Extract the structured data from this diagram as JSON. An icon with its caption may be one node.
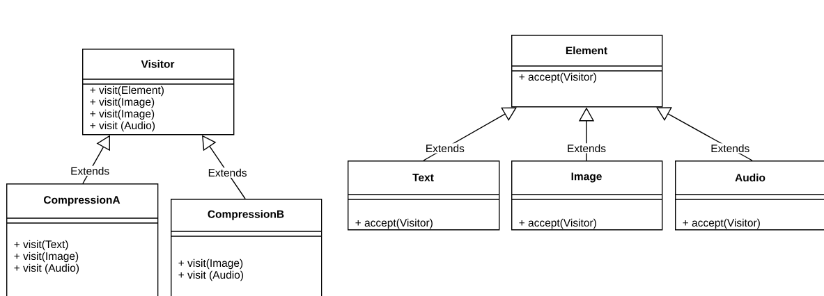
{
  "diagram": {
    "nodes": [
      {
        "text": [
          "Visitor",
          "+ visit(Element)",
          "+ visit(Image)",
          "+ visit(Image)",
          "+ visit (Audio)"
        ]
      },
      {
        "text": [
          "CompressionA",
          "+ visit(Text)",
          "+ visit(Image)",
          "+ visit (Audio)"
        ]
      },
      {
        "text": [
          "CompressionB",
          "+ visit(Image)",
          "+ visit (Audio)"
        ]
      },
      {
        "text": [
          "Element",
          "+ accept(Visitor)"
        ]
      },
      {
        "text": [
          "Text",
          "+ accept(Visitor)"
        ]
      },
      {
        "text": [
          "Image",
          "+ accept(Visitor)"
        ]
      },
      {
        "text": [
          "Audio",
          "+ accept(Visitor)"
        ]
      }
    ],
    "edges": [
      {
        "from": 1,
        "to": 0,
        "arrow": "to",
        "label": "Extends"
      },
      {
        "from": 2,
        "to": 0,
        "arrow": "to",
        "label": "Extends"
      },
      {
        "from": 4,
        "to": 3,
        "arrow": "to",
        "label": "Extends"
      },
      {
        "from": 5,
        "to": 3,
        "arrow": "to",
        "label": "Extends"
      },
      {
        "from": 6,
        "to": 3,
        "arrow": "to",
        "label": "Extends"
      }
    ]
  }
}
